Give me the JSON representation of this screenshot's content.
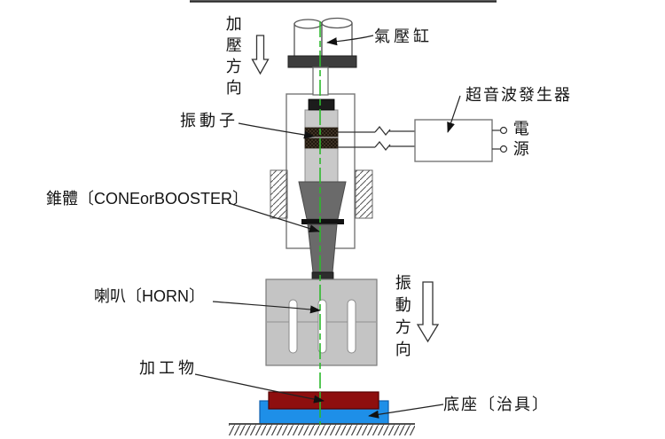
{
  "figure": {
    "type": "schematic-diagram",
    "subject": "ultrasonic-welding-machine-structure"
  },
  "labels": {
    "pressure_direction": "加壓方向",
    "air_cylinder": "氣壓缸",
    "vibrator": "振動子",
    "generator": "超音波發生器",
    "power_source": "電源",
    "cone_booster": "錐體〔CONEorBOOSTER〕",
    "horn": "喇叭〔HORN〕",
    "vibration_direction": "振動方向",
    "workpiece": "加工物",
    "base_fixture": "底座〔治具〕"
  },
  "colors": {
    "centerline_green": "#2db92d",
    "workpiece_red": "#8e0f0f",
    "base_blue": "#1e8fe8",
    "flange_dark": "#3d3d3d",
    "metal_light": "#c9c9c9",
    "metal_dark": "#6a6a6a",
    "piezo_band": "#46382a",
    "line": "#333333"
  }
}
